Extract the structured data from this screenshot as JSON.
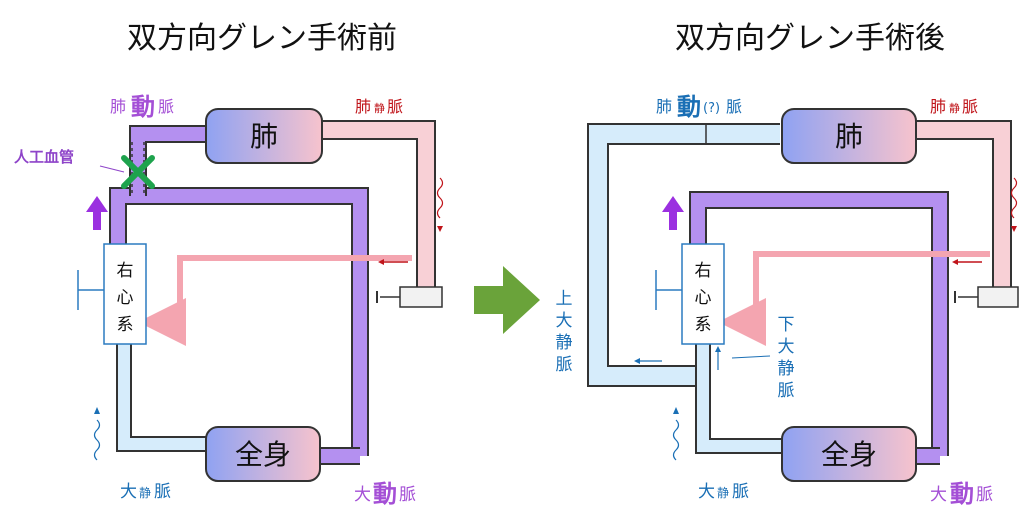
{
  "left": {
    "title": "双方向グレン手術前",
    "pa_lung": "肺",
    "pa_big": "動",
    "pa_vessel": "脈",
    "pv_lung": "肺",
    "pv_small": "静",
    "pv_vessel": "脈",
    "lung": "肺",
    "body": "全身",
    "heart": [
      "右",
      "心",
      "系"
    ],
    "shunt": "人工血管",
    "ao_a": "大",
    "ao_b": "動",
    "ao_c": "脈",
    "vc_a": "大",
    "vc_b": "静",
    "vc_c": "脈"
  },
  "right": {
    "title": "双方向グレン手術後",
    "pa_lung": "肺",
    "pa_big": "動",
    "pa_q": "(?)",
    "pa_vessel": "脈",
    "pv_lung": "肺",
    "pv_small": "静",
    "pv_vessel": "脈",
    "lung": "肺",
    "body": "全身",
    "heart": [
      "右",
      "心",
      "系"
    ],
    "svc": [
      "上",
      "大",
      "静",
      "脈"
    ],
    "ivc": [
      "下",
      "大",
      "静",
      "脈"
    ],
    "ao_a": "大",
    "ao_b": "動",
    "ao_c": "脈",
    "vc_a": "大",
    "vc_b": "静",
    "vc_c": "脈"
  },
  "colors": {
    "artery": "#b490f0",
    "vein": "#d6ecfb",
    "pulm_vein": "#f8d0d6",
    "pulm_artery_label": "#a44fd6",
    "pv_label": "#c0141a",
    "vein_label": "#1a6fb5",
    "heart_border": "#2b7bc0",
    "arrow_up": "#9b30e0",
    "arrow_green": "#6aa33a",
    "x_mark": "#1ea34d"
  }
}
